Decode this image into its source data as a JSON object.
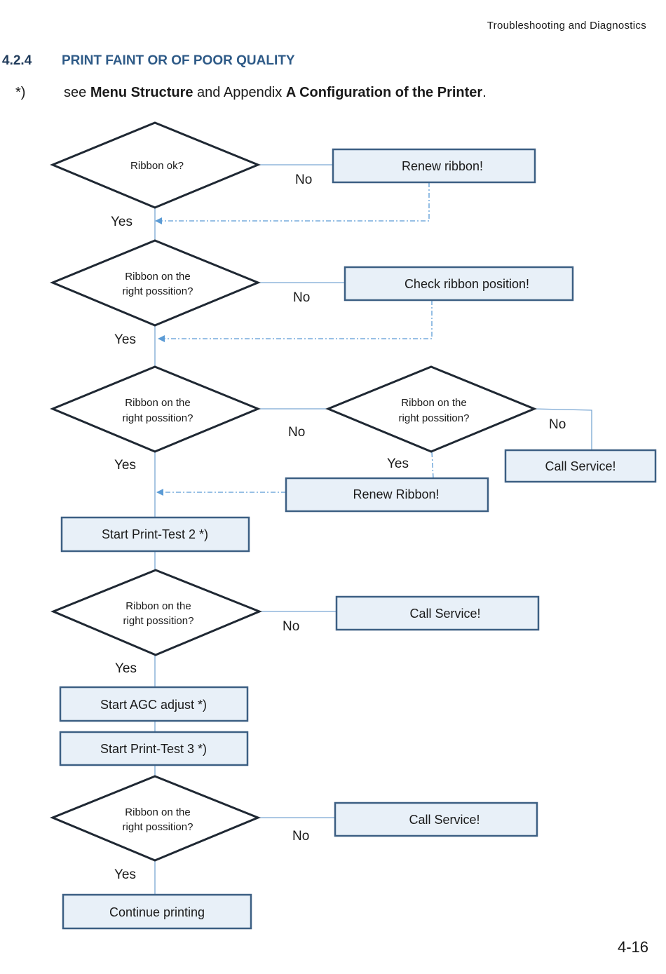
{
  "header": {
    "section_title": "Troubleshooting and Diagnostics"
  },
  "section": {
    "number": "4.2.4",
    "title": "PRINT FAINT OR OF POOR QUALITY"
  },
  "note": {
    "mark": "*)",
    "prefix": "see ",
    "menu_ref": "Menu Structure",
    "middle": " and Appendix ",
    "appendix_ref": "A Configuration of the Printer",
    "suffix": "."
  },
  "flowchart": {
    "d1": {
      "line1": "Ribbon ok?",
      "line2": ""
    },
    "box_renew_ribbon": "Renew ribbon!",
    "d2": {
      "line1": "Ribbon on the",
      "line2": "right possition?"
    },
    "box_check_ribbon": "Check ribbon position!",
    "d3": {
      "line1": "Ribbon on the",
      "line2": "right possition?"
    },
    "d3b": {
      "line1": "Ribbon on the",
      "line2": "right possition?"
    },
    "box_call_service_1": "Call Service!",
    "box_renew_ribbon_2": "Renew Ribbon!",
    "box_print_test_2": "Start Print-Test 2  *)",
    "d4": {
      "line1": "Ribbon on the",
      "line2": "right possition?"
    },
    "box_call_service_2": "Call Service!",
    "box_agc": "Start AGC adjust *)",
    "box_print_test_3": "Start Print-Test 3  *)",
    "d5": {
      "line1": "Ribbon on the",
      "line2": "right possition?"
    },
    "box_call_service_3": "Call Service!",
    "box_continue": "Continue printing",
    "yes_label": "Yes",
    "no_label": "No"
  },
  "footer": {
    "page_number": "4-16"
  },
  "colors": {
    "box_fill": "#e8f0f8",
    "box_stroke": "#3c5f83",
    "connector": "#7aa7d3",
    "arrow": "#5b9bd5",
    "title": "#2e5a87"
  }
}
